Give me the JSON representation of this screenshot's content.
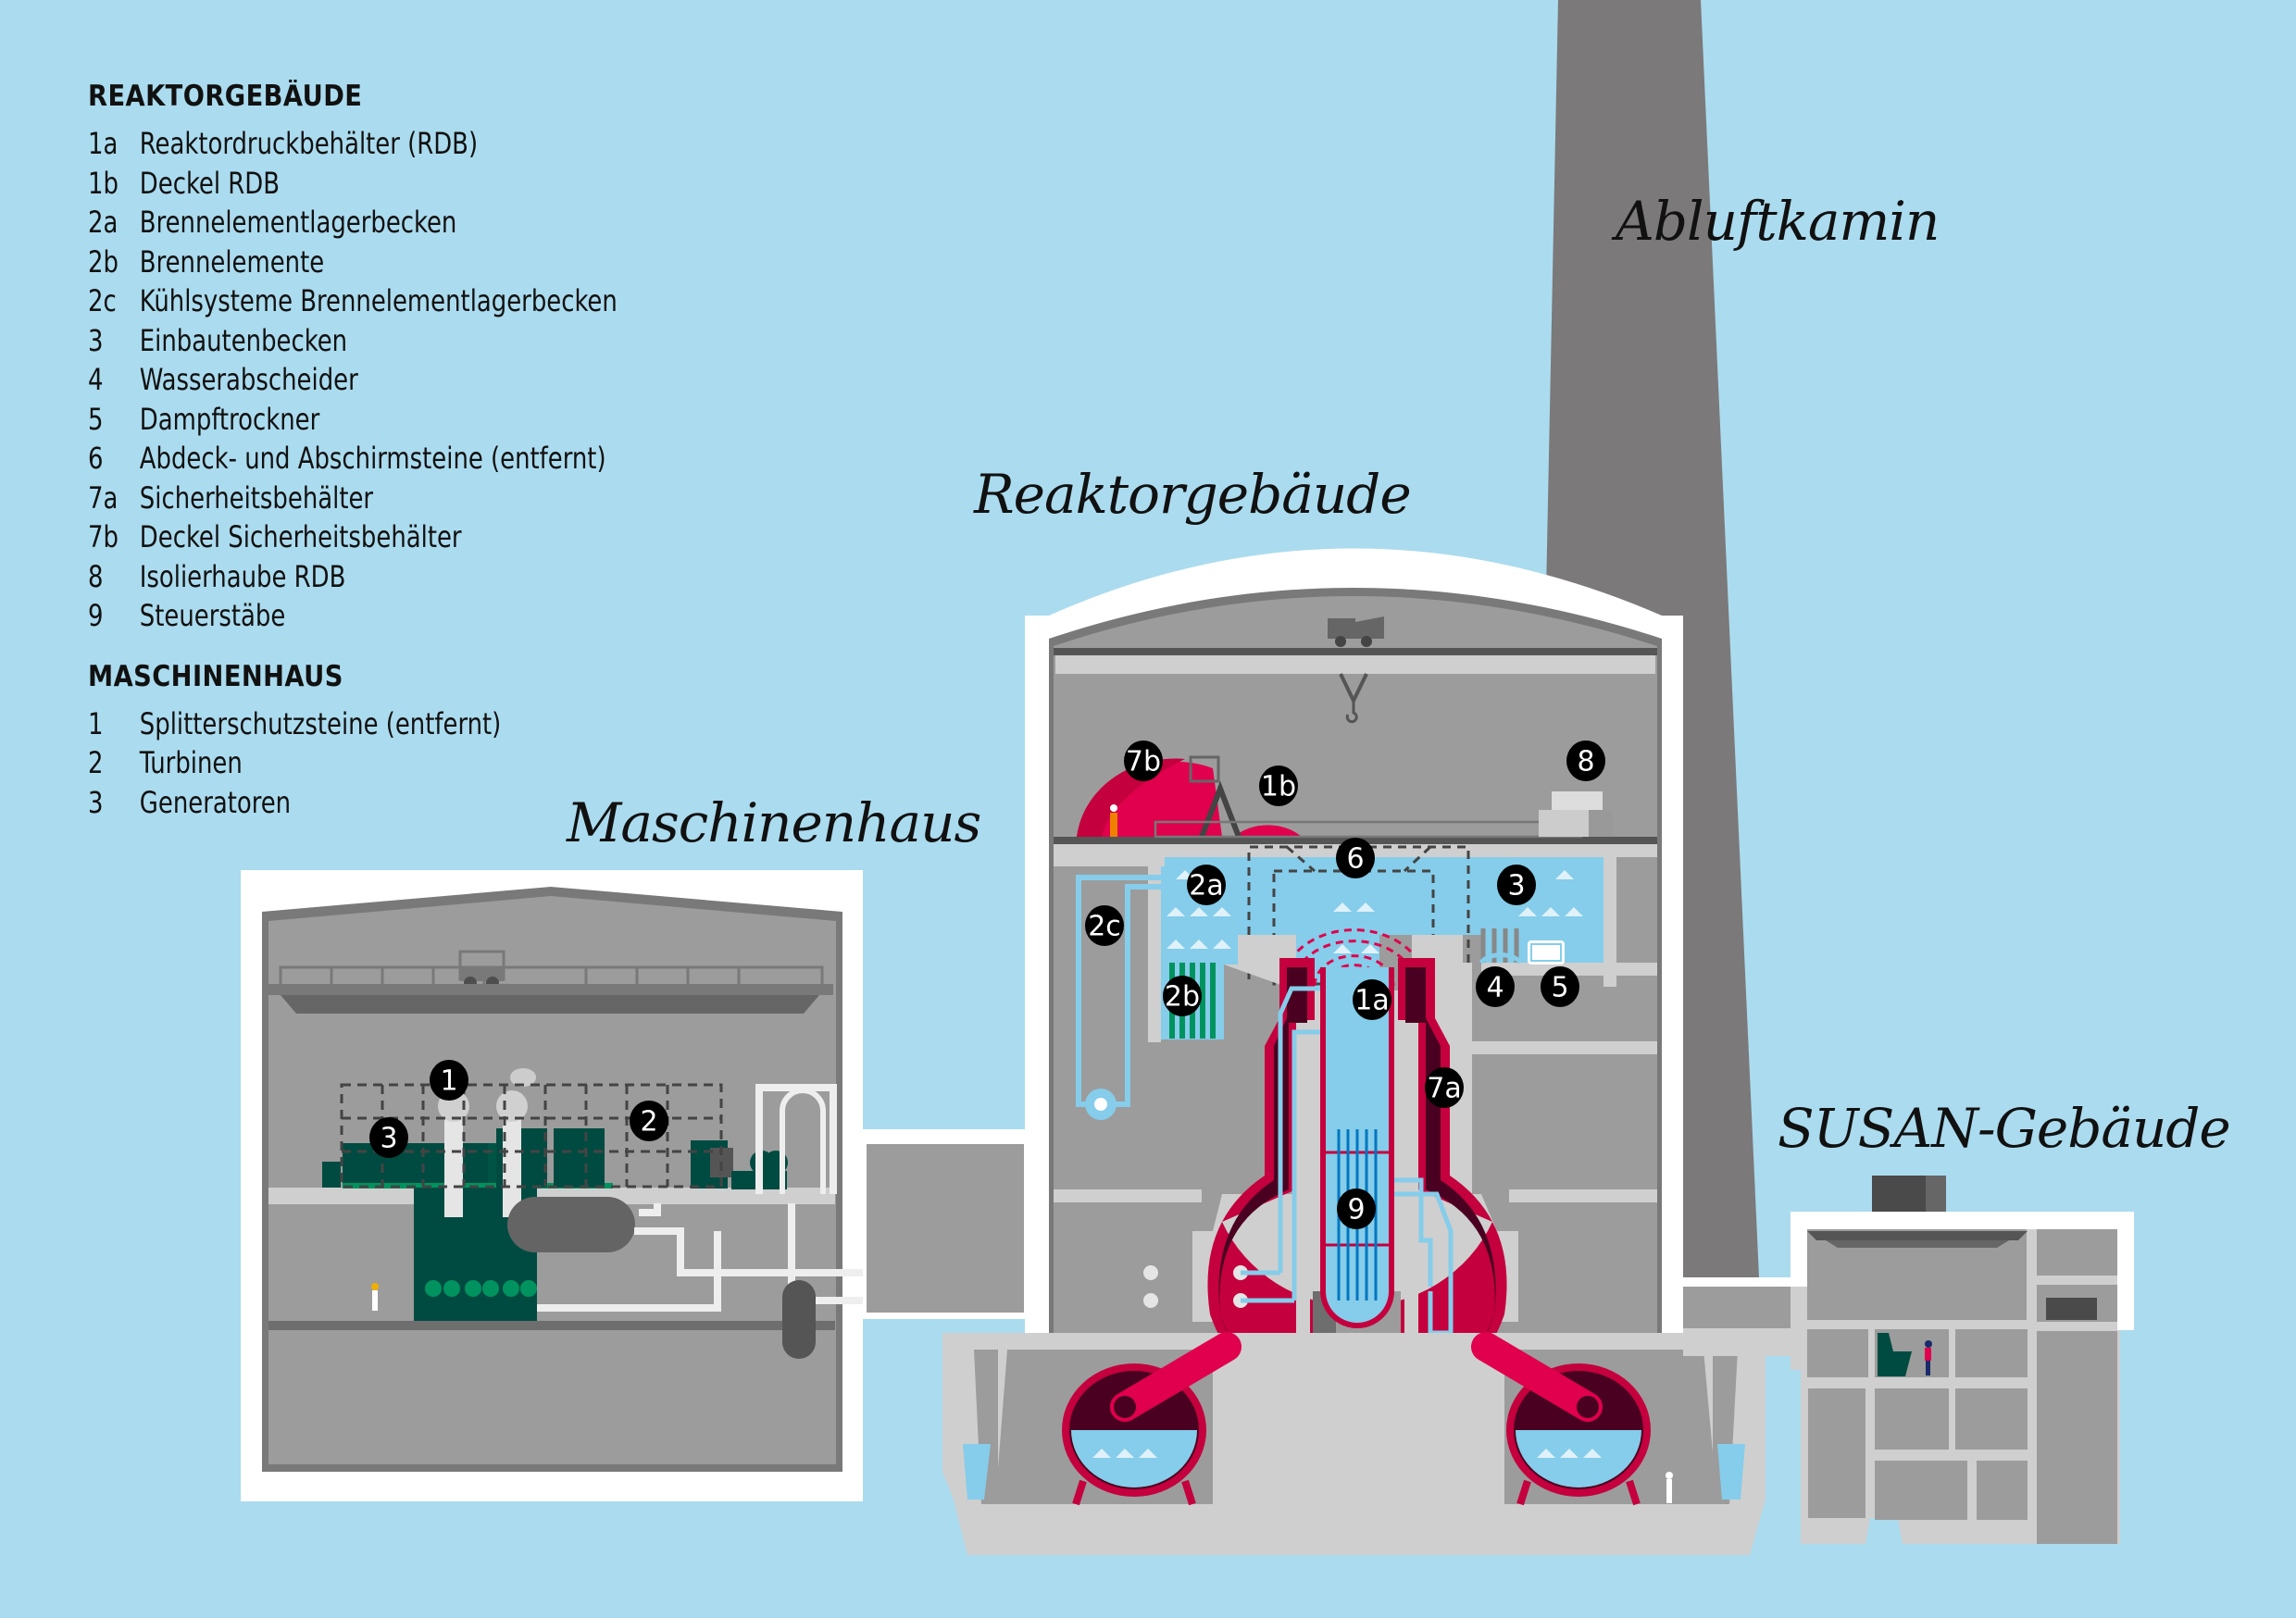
{
  "legend": {
    "reaktor_heading": "REAKTORGEBÄUDE",
    "reaktor_items": [
      {
        "num": "1a",
        "label": "Reaktordruckbehälter (RDB)"
      },
      {
        "num": "1b",
        "label": "Deckel RDB"
      },
      {
        "num": "2a",
        "label": "Brennelementlagerbecken"
      },
      {
        "num": "2b",
        "label": "Brennelemente"
      },
      {
        "num": "2c",
        "label": "Kühlsysteme Brennelementlagerbecken"
      },
      {
        "num": "3",
        "label": "Einbautenbecken"
      },
      {
        "num": "4",
        "label": "Wasserabscheider"
      },
      {
        "num": "5",
        "label": "Dampftrockner"
      },
      {
        "num": "6",
        "label": "Abdeck- und Abschirmsteine (entfernt)"
      },
      {
        "num": "7a",
        "label": "Sicherheitsbehälter"
      },
      {
        "num": "7b",
        "label": "Deckel Sicherheitsbehälter"
      },
      {
        "num": "8",
        "label": "Isolierhaube RDB"
      },
      {
        "num": "9",
        "label": "Steuerstäbe"
      }
    ],
    "maschinen_heading": "MASCHINENHAUS",
    "maschinen_items": [
      {
        "num": "1",
        "label": "Splitterschutzsteine (entfernt)"
      },
      {
        "num": "2",
        "label": "Turbinen"
      },
      {
        "num": "3",
        "label": "Generatoren"
      }
    ]
  },
  "building_labels": {
    "abluftkamin": "Abluftkamin",
    "reaktorgebaeude": "Reaktorgebäude",
    "maschinenhaus": "Maschinenhaus",
    "susan": "SUSAN-Gebäude"
  },
  "markers": {
    "reactor": [
      "7b",
      "1b",
      "8",
      "6",
      "2a",
      "3",
      "2c",
      "4",
      "5",
      "2b",
      "1a",
      "7a",
      "9"
    ],
    "machine": [
      "1",
      "2",
      "3"
    ]
  },
  "colors": {
    "sky": "#abdbee",
    "wall_white": "#ffffff",
    "concrete_light": "#cfcfcf",
    "room_grey": "#9c9c9c",
    "dark_grey": "#7a797a",
    "chimney": "#7b797a",
    "water": "#85cdea",
    "containment_red": "#e0004d",
    "containment_dark": "#4a0020",
    "turbine_green": "#004b41",
    "green_accent": "#00935f",
    "badge": "#000000"
  }
}
